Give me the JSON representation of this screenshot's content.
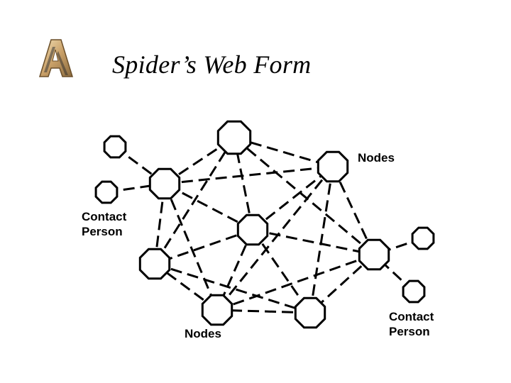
{
  "slide": {
    "title": "Spider’s Web Form",
    "logo_letter": "A"
  },
  "labels": {
    "nodes_top_right": "Nodes",
    "contact_left_line1": "Contact",
    "contact_left_line2": "Person",
    "nodes_bottom": "Nodes",
    "contact_right_line1": "Contact",
    "contact_right_line2": "Person"
  },
  "diagram": {
    "node_style": "octagon",
    "edge_style": "dashed",
    "stroke_color": "#000000",
    "fill_color": "#ffffff"
  }
}
